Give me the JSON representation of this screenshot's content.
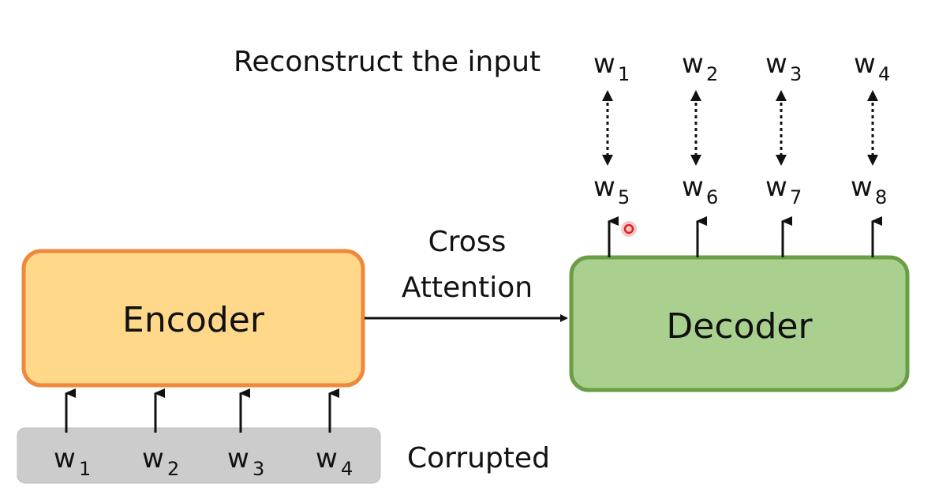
{
  "encoder": {
    "label": "Encoder",
    "fill": "#ffd88a",
    "border": "#f0883a"
  },
  "decoder": {
    "label": "Decoder",
    "fill": "#a9d08e",
    "border": "#6a9e45"
  },
  "cross_attention": {
    "line1": "Cross",
    "line2": "Attention"
  },
  "reconstruct_label": "Reconstruct the input",
  "corrupted_label": "Corrupted",
  "corrupted_bar_color": "#cccccc",
  "input_tokens": [
    {
      "base": "w",
      "sub": "1"
    },
    {
      "base": "w",
      "sub": "2"
    },
    {
      "base": "w",
      "sub": "3"
    },
    {
      "base": "w",
      "sub": "4"
    }
  ],
  "decoder_outputs": [
    {
      "base": "w",
      "sub": "5"
    },
    {
      "base": "w",
      "sub": "6"
    },
    {
      "base": "w",
      "sub": "7"
    },
    {
      "base": "w",
      "sub": "8"
    }
  ],
  "targets": [
    {
      "base": "w",
      "sub": "1"
    },
    {
      "base": "w",
      "sub": "2"
    },
    {
      "base": "w",
      "sub": "3"
    },
    {
      "base": "w",
      "sub": "4"
    }
  ],
  "cursor_color": "#e02020"
}
